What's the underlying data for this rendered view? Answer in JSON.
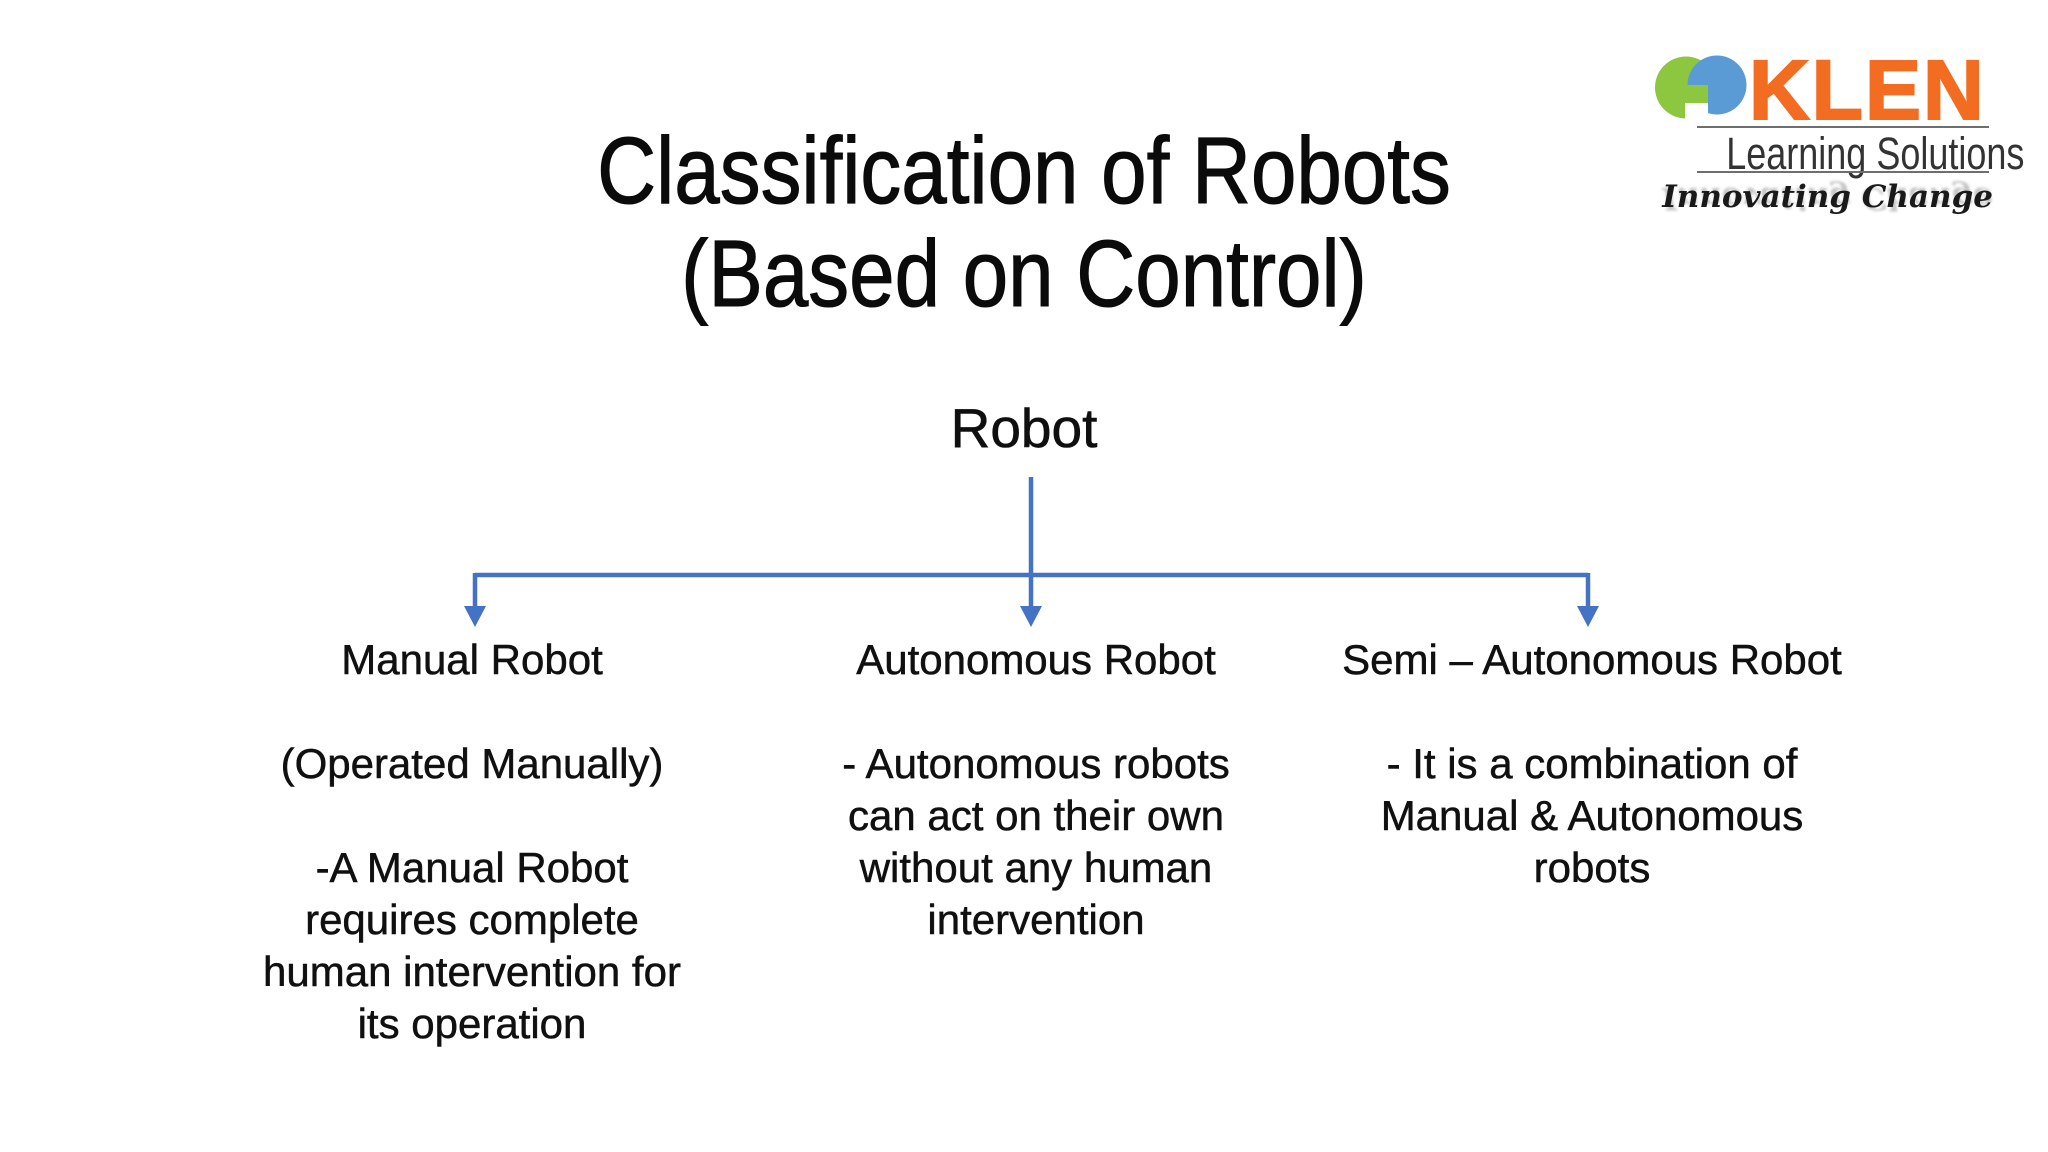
{
  "colors": {
    "connector_blue": "#4472C4",
    "logo_orange": "#F26D21",
    "logo_green": "#8DC63F",
    "logo_blue": "#5B9BD5",
    "logo_gray": "#333333",
    "rule_gray": "#6E6E6E"
  },
  "title": {
    "line1": "Classification of Robots",
    "line2": "(Based on Control)"
  },
  "logo": {
    "brand": "KLEN",
    "subtitle": "Learning Solutions",
    "tagline": "Innovating Change"
  },
  "diagram": {
    "root": "Robot",
    "branches": [
      {
        "title": "Manual Robot",
        "note": "(Operated Manually)",
        "lines": [
          "-A Manual Robot",
          "requires complete",
          "human intervention for",
          "its operation"
        ]
      },
      {
        "title": "Autonomous Robot",
        "note": "",
        "lines": [
          "- Autonomous robots",
          "can act on their own",
          "without any human",
          "intervention"
        ]
      },
      {
        "title": "Semi – Autonomous Robot",
        "note": "",
        "lines": [
          "- It is a combination of",
          "Manual & Autonomous",
          "robots"
        ]
      }
    ]
  }
}
